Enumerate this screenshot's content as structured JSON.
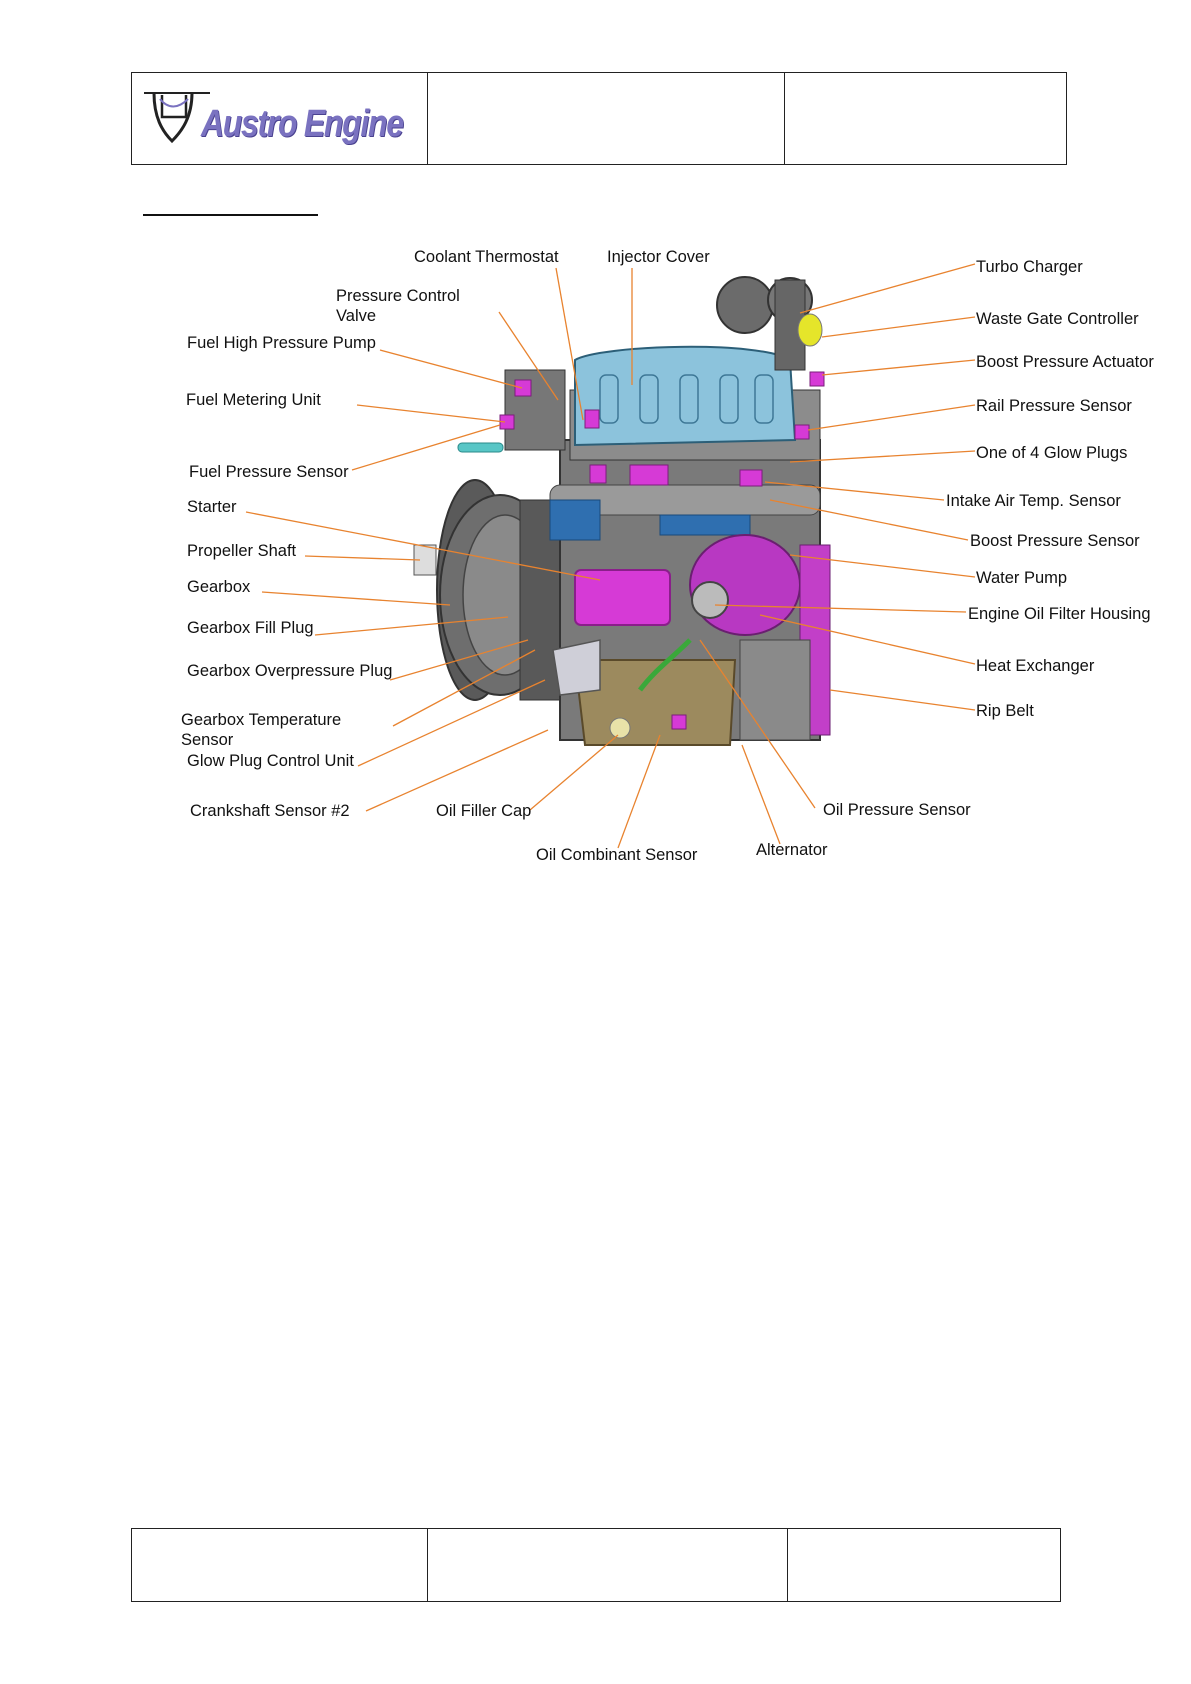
{
  "header": {
    "logo": {
      "name": "austro-engine-logo",
      "text": "Austro Engine",
      "color": "#7a72c0"
    },
    "cells": [
      "",
      "",
      ""
    ]
  },
  "footer": {
    "cells": [
      "",
      "",
      ""
    ]
  },
  "colors": {
    "leader": "#e8832f",
    "magenta": "#d63ad6",
    "cyan": "#5aa8cc",
    "gray": "#6b6b6b"
  },
  "labels": [
    {
      "id": "coolant-thermostat",
      "lines": [
        "Coolant Thermostat"
      ]
    },
    {
      "id": "injector-cover",
      "lines": [
        "Injector Cover"
      ]
    },
    {
      "id": "turbo-charger",
      "lines": [
        "Turbo Charger"
      ]
    },
    {
      "id": "pressure-control-valve",
      "lines": [
        "Pressure Control",
        "Valve"
      ]
    },
    {
      "id": "waste-gate-controller",
      "lines": [
        "Waste Gate Controller"
      ]
    },
    {
      "id": "fuel-high-pressure-pump",
      "lines": [
        "Fuel High Pressure Pump"
      ]
    },
    {
      "id": "boost-pressure-actuator",
      "lines": [
        "Boost Pressure Actuator"
      ]
    },
    {
      "id": "fuel-metering-unit",
      "lines": [
        "Fuel Metering Unit"
      ]
    },
    {
      "id": "rail-pressure-sensor",
      "lines": [
        "Rail Pressure Sensor"
      ]
    },
    {
      "id": "one-of-4-glow-plugs",
      "lines": [
        "One of 4 Glow Plugs"
      ]
    },
    {
      "id": "fuel-pressure-sensor",
      "lines": [
        "Fuel Pressure Sensor"
      ]
    },
    {
      "id": "intake-air-temp-sensor",
      "lines": [
        "Intake Air Temp. Sensor"
      ]
    },
    {
      "id": "starter",
      "lines": [
        "Starter"
      ]
    },
    {
      "id": "boost-pressure-sensor",
      "lines": [
        "Boost Pressure Sensor"
      ]
    },
    {
      "id": "propeller-shaft",
      "lines": [
        "Propeller Shaft"
      ]
    },
    {
      "id": "water-pump",
      "lines": [
        "Water Pump"
      ]
    },
    {
      "id": "gearbox",
      "lines": [
        "Gearbox"
      ]
    },
    {
      "id": "engine-oil-filter-housing",
      "lines": [
        "Engine Oil Filter Housing"
      ]
    },
    {
      "id": "gearbox-fill-plug",
      "lines": [
        "Gearbox Fill Plug"
      ]
    },
    {
      "id": "heat-exchanger",
      "lines": [
        "Heat Exchanger"
      ]
    },
    {
      "id": "gearbox-overpressure-plug",
      "lines": [
        "Gearbox Overpressure  Plug"
      ]
    },
    {
      "id": "rip-belt",
      "lines": [
        "Rip Belt"
      ]
    },
    {
      "id": "gearbox-temperature-sensor",
      "lines": [
        "Gearbox Temperature",
        "Sensor"
      ]
    },
    {
      "id": "glow-plug-control-unit",
      "lines": [
        "Glow Plug Control Unit"
      ]
    },
    {
      "id": "crankshaft-sensor-2",
      "lines": [
        "Crankshaft Sensor #2"
      ]
    },
    {
      "id": "oil-filler-cap",
      "lines": [
        "Oil Filler Cap"
      ]
    },
    {
      "id": "oil-pressure-sensor",
      "lines": [
        "Oil Pressure Sensor"
      ]
    },
    {
      "id": "alternator",
      "lines": [
        "Alternator"
      ]
    },
    {
      "id": "oil-combinant-sensor",
      "lines": [
        "Oil Combinant Sensor"
      ]
    }
  ]
}
